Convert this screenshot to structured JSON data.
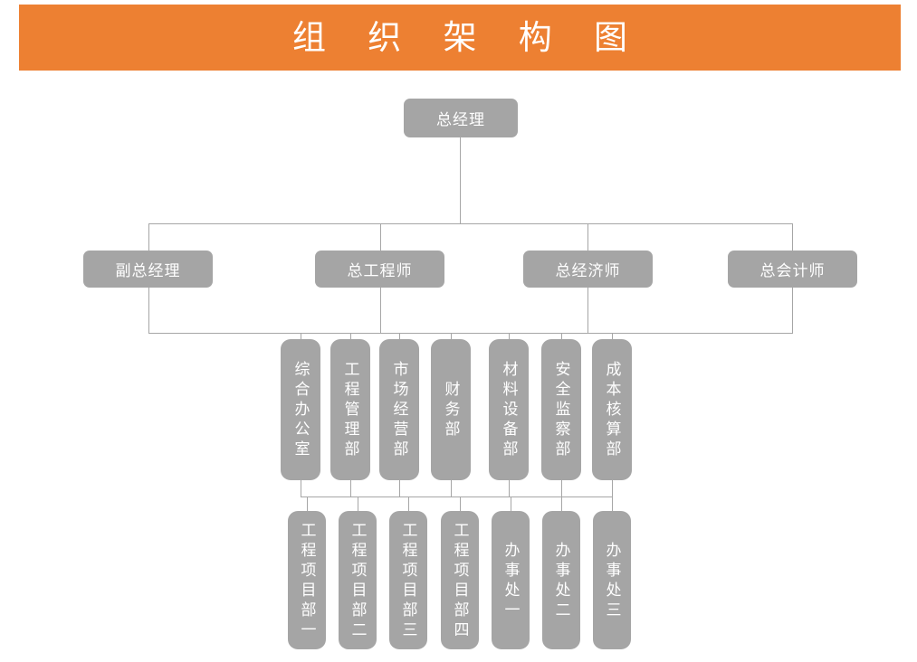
{
  "banner": {
    "title": "组 织 架 构 图",
    "background": "#ED8032",
    "text_color": "#FFFFFF"
  },
  "theme": {
    "node_fill": "#A5A5A5",
    "node_text": "#FFFFFF",
    "connector": "#A6A6A6",
    "page_background": "#FFFFFF"
  },
  "chart_data": {
    "type": "diagram",
    "title": "组 织 架 构 图",
    "orientation": "top-down",
    "levels": [
      {
        "level": 1,
        "nodes": [
          {
            "id": "gm",
            "label": "总经理",
            "orientation": "horizontal"
          }
        ]
      },
      {
        "level": 2,
        "nodes": [
          {
            "id": "deputy-gm",
            "label": "副总经理",
            "orientation": "horizontal",
            "parent": "gm"
          },
          {
            "id": "chief-engineer",
            "label": "总工程师",
            "orientation": "horizontal",
            "parent": "gm"
          },
          {
            "id": "chief-economist",
            "label": "总经济师",
            "orientation": "horizontal",
            "parent": "gm"
          },
          {
            "id": "chief-accountant",
            "label": "总会计师",
            "orientation": "horizontal",
            "parent": "gm"
          }
        ]
      },
      {
        "level": 3,
        "nodes": [
          {
            "id": "general-office",
            "label": "综合办公室",
            "orientation": "vertical"
          },
          {
            "id": "engineering-mgmt",
            "label": "工程管理部",
            "orientation": "vertical"
          },
          {
            "id": "market-operations",
            "label": "市场经营部",
            "orientation": "vertical"
          },
          {
            "id": "finance",
            "label": "财务部",
            "orientation": "vertical"
          },
          {
            "id": "materials-equipment",
            "label": "材料设备部",
            "orientation": "vertical"
          },
          {
            "id": "safety-supervision",
            "label": "安全监察部",
            "orientation": "vertical"
          },
          {
            "id": "cost-accounting",
            "label": "成本核算部",
            "orientation": "vertical"
          }
        ]
      },
      {
        "level": 4,
        "nodes": [
          {
            "id": "project-dept-1",
            "label": "工程项目部一",
            "orientation": "vertical"
          },
          {
            "id": "project-dept-2",
            "label": "工程项目部二",
            "orientation": "vertical"
          },
          {
            "id": "project-dept-3",
            "label": "工程项目部三",
            "orientation": "vertical"
          },
          {
            "id": "project-dept-4",
            "label": "工程项目部四",
            "orientation": "vertical"
          },
          {
            "id": "branch-office-1",
            "label": "办事处一",
            "orientation": "vertical"
          },
          {
            "id": "branch-office-2",
            "label": "办事处二",
            "orientation": "vertical"
          },
          {
            "id": "branch-office-3",
            "label": "办事处三",
            "orientation": "vertical"
          }
        ]
      }
    ]
  }
}
